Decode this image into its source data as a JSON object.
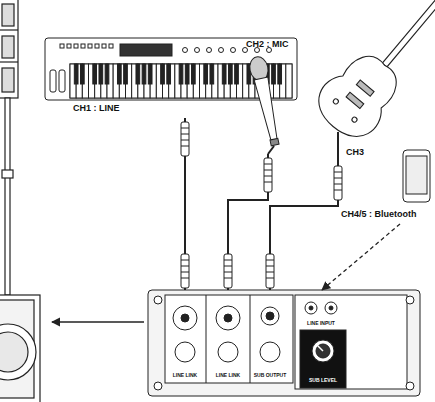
{
  "diagram": {
    "nodes": [
      {
        "text": [
          "CH1 : LINE"
        ]
      },
      {
        "text": [
          "CH2 : MIC"
        ]
      },
      {
        "text": [
          "CH3"
        ]
      },
      {
        "text": [
          "CH4/5 : Bluetooth"
        ]
      },
      {
        "text": [
          "LINE LINK",
          "LINE LINK",
          "SUB OUTPUT",
          "LINE INPUT",
          "SUB LEVEL"
        ]
      }
    ],
    "edges": [
      {
        "from": 0,
        "to": 4,
        "arrow": "none"
      },
      {
        "from": 1,
        "to": 4,
        "arrow": "none"
      },
      {
        "from": 2,
        "to": 4,
        "arrow": "none"
      },
      {
        "from": 3,
        "to": 4,
        "arrow": "to"
      }
    ]
  }
}
